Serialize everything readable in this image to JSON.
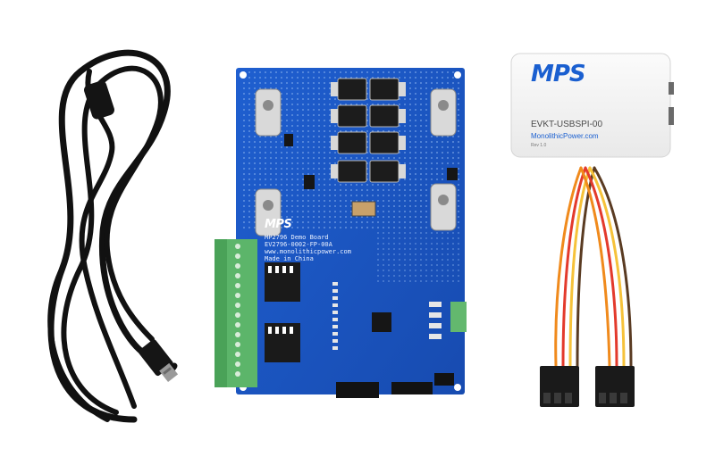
{
  "board": {
    "logo": "MPS",
    "label_lines": [
      "MP2796 Demo Board",
      "EV2796-0002-FP-00A",
      "www.monolithicpower.com",
      "Made in China"
    ]
  },
  "dongle": {
    "logo": "MPS",
    "model": "EVKT-USBSPI-00",
    "website": "MonolithicPower.com",
    "rev": "Rev 1.0"
  }
}
